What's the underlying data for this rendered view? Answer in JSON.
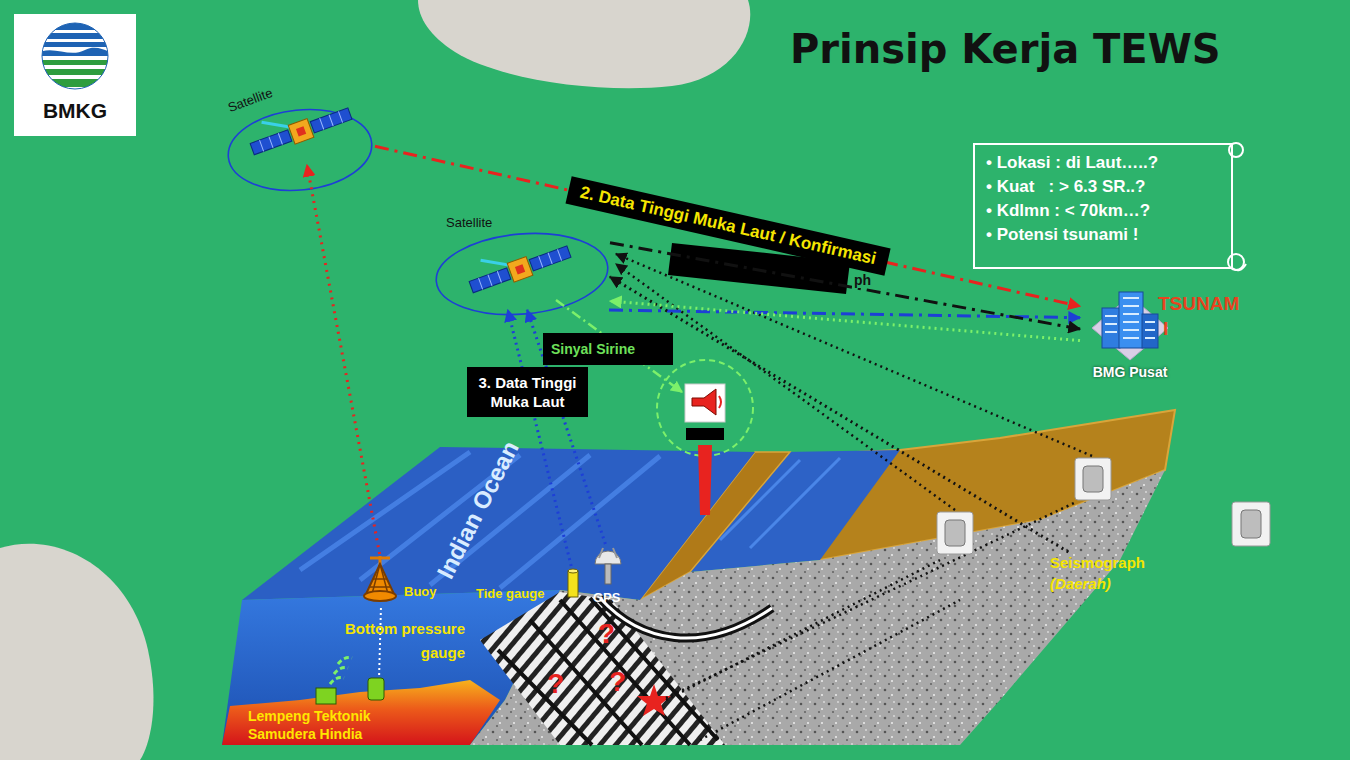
{
  "diagram": {
    "title": "Prinsip Kerja TEWS",
    "nodes": [
      {
        "text": [
          "Satellite"
        ]
      },
      {
        "text": [
          "Satellite"
        ]
      },
      {
        "text": [
          "• Lokasi : di Laut…..?",
          "• Kuat   : > 6.3 SR..?",
          "• Kdlmn : < 70km…?",
          "• Potensi tsunami !"
        ]
      },
      {
        "text": [
          "BMG Pusat"
        ]
      },
      {
        "text": [
          "3. Data Tinggi Muka Laut"
        ]
      },
      {
        "text": [
          "Sinyal Sirine"
        ]
      },
      {
        "text": [
          "Buoy"
        ]
      },
      {
        "text": [
          "Tide gauge"
        ]
      },
      {
        "text": [
          "GPS"
        ]
      },
      {
        "text": [
          "Seismograph",
          "(Daerah)"
        ]
      }
    ],
    "edges": [
      {
        "from": 6,
        "to": 0,
        "arrow": "to"
      },
      {
        "from": 0,
        "to": 3,
        "label": "2. Data Tinggi Muka Laut / Konfirmasi",
        "arrow": "to"
      },
      {
        "from": 7,
        "to": 1,
        "arrow": "to"
      },
      {
        "from": 8,
        "to": 1,
        "arrow": "to"
      },
      {
        "from": 1,
        "to": 3,
        "arrow": "to"
      },
      {
        "from": 9,
        "to": 1,
        "arrow": "to"
      },
      {
        "from": 1,
        "to": 3,
        "arrow": "to"
      },
      {
        "from": 3,
        "to": 1,
        "arrow": "to"
      }
    ],
    "labels": [
      "BMKG",
      "ph",
      "TSUNAM",
      "I",
      "Indian Ocean",
      "Bottom pressure gauge",
      "Lempeng Tektonik Samudera Hindia",
      "?",
      "?",
      "?"
    ]
  }
}
